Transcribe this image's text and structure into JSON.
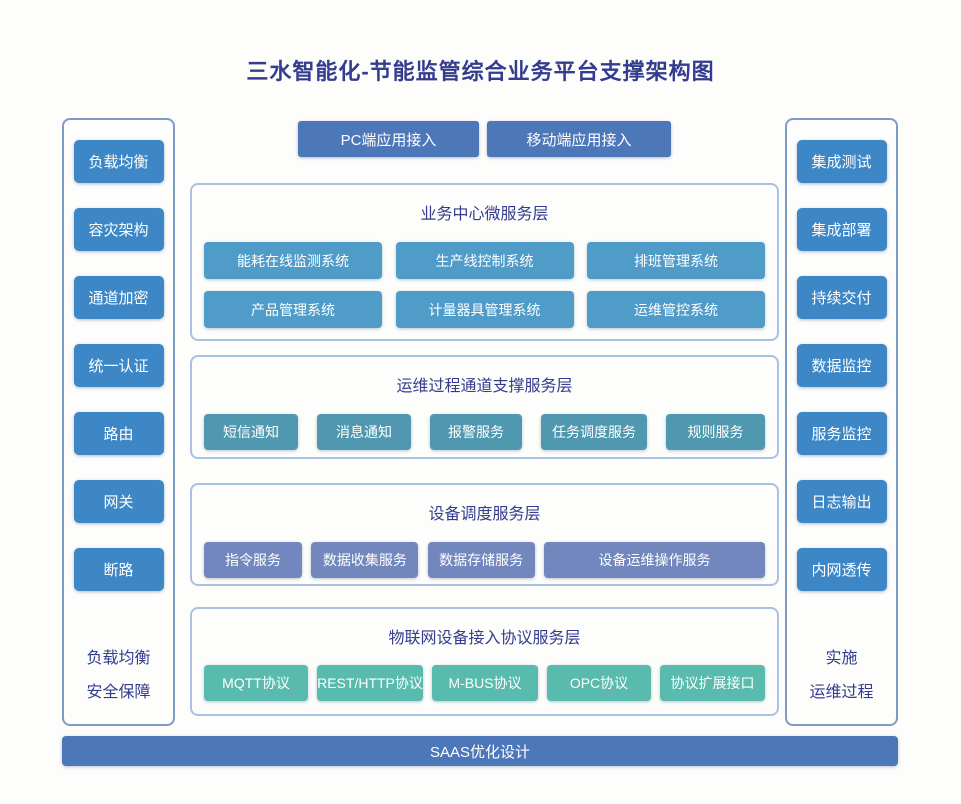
{
  "title": "三水智能化-节能监管综合业务平台支撑架构图",
  "colors": {
    "title_text": "#333c8e",
    "side_button": "#3d87c6",
    "business_box": "#4f9cc9",
    "channel_box": "#4f98af",
    "device_box": "#7287bd",
    "protocol_box": "#58bbae",
    "access_button": "#4c77b9",
    "saas_bar": "#4c77b9",
    "panel_border": "#7d9dc6",
    "section_border": "#a9c2e2"
  },
  "left_panel": {
    "items": [
      "负载均衡",
      "容灾架构",
      "通道加密",
      "统一认证",
      "路由",
      "网关",
      "断路"
    ],
    "caption_lines": [
      "负载均衡",
      "安全保障"
    ]
  },
  "right_panel": {
    "items": [
      "集成测试",
      "集成部署",
      "持续交付",
      "数据监控",
      "服务监控",
      "日志输出",
      "内网透传"
    ],
    "caption_lines": [
      "实施",
      "运维过程"
    ]
  },
  "top_buttons": {
    "pc": "PC端应用接入",
    "mobile": "移动端应用接入"
  },
  "sections": [
    {
      "title": "业务中心微服务层",
      "boxes": [
        "能耗在线监测系统",
        "生产线控制系统",
        "排班管理系统",
        "产品管理系统",
        "计量器具管理系统",
        "运维管控系统"
      ]
    },
    {
      "title": "运维过程通道支撑服务层",
      "boxes": [
        "短信通知",
        "消息通知",
        "报警服务",
        "任务调度服务",
        "规则服务"
      ]
    },
    {
      "title": "设备调度服务层",
      "boxes": [
        "指令服务",
        "数据收集服务",
        "数据存储服务",
        "设备运维操作服务"
      ]
    },
    {
      "title": "物联网设备接入协议服务层",
      "boxes": [
        "MQTT协议",
        "REST/HTTP协议",
        "M-BUS协议",
        "OPC协议",
        "协议扩展接口"
      ]
    }
  ],
  "bottom_bar": "SAAS优化设计"
}
